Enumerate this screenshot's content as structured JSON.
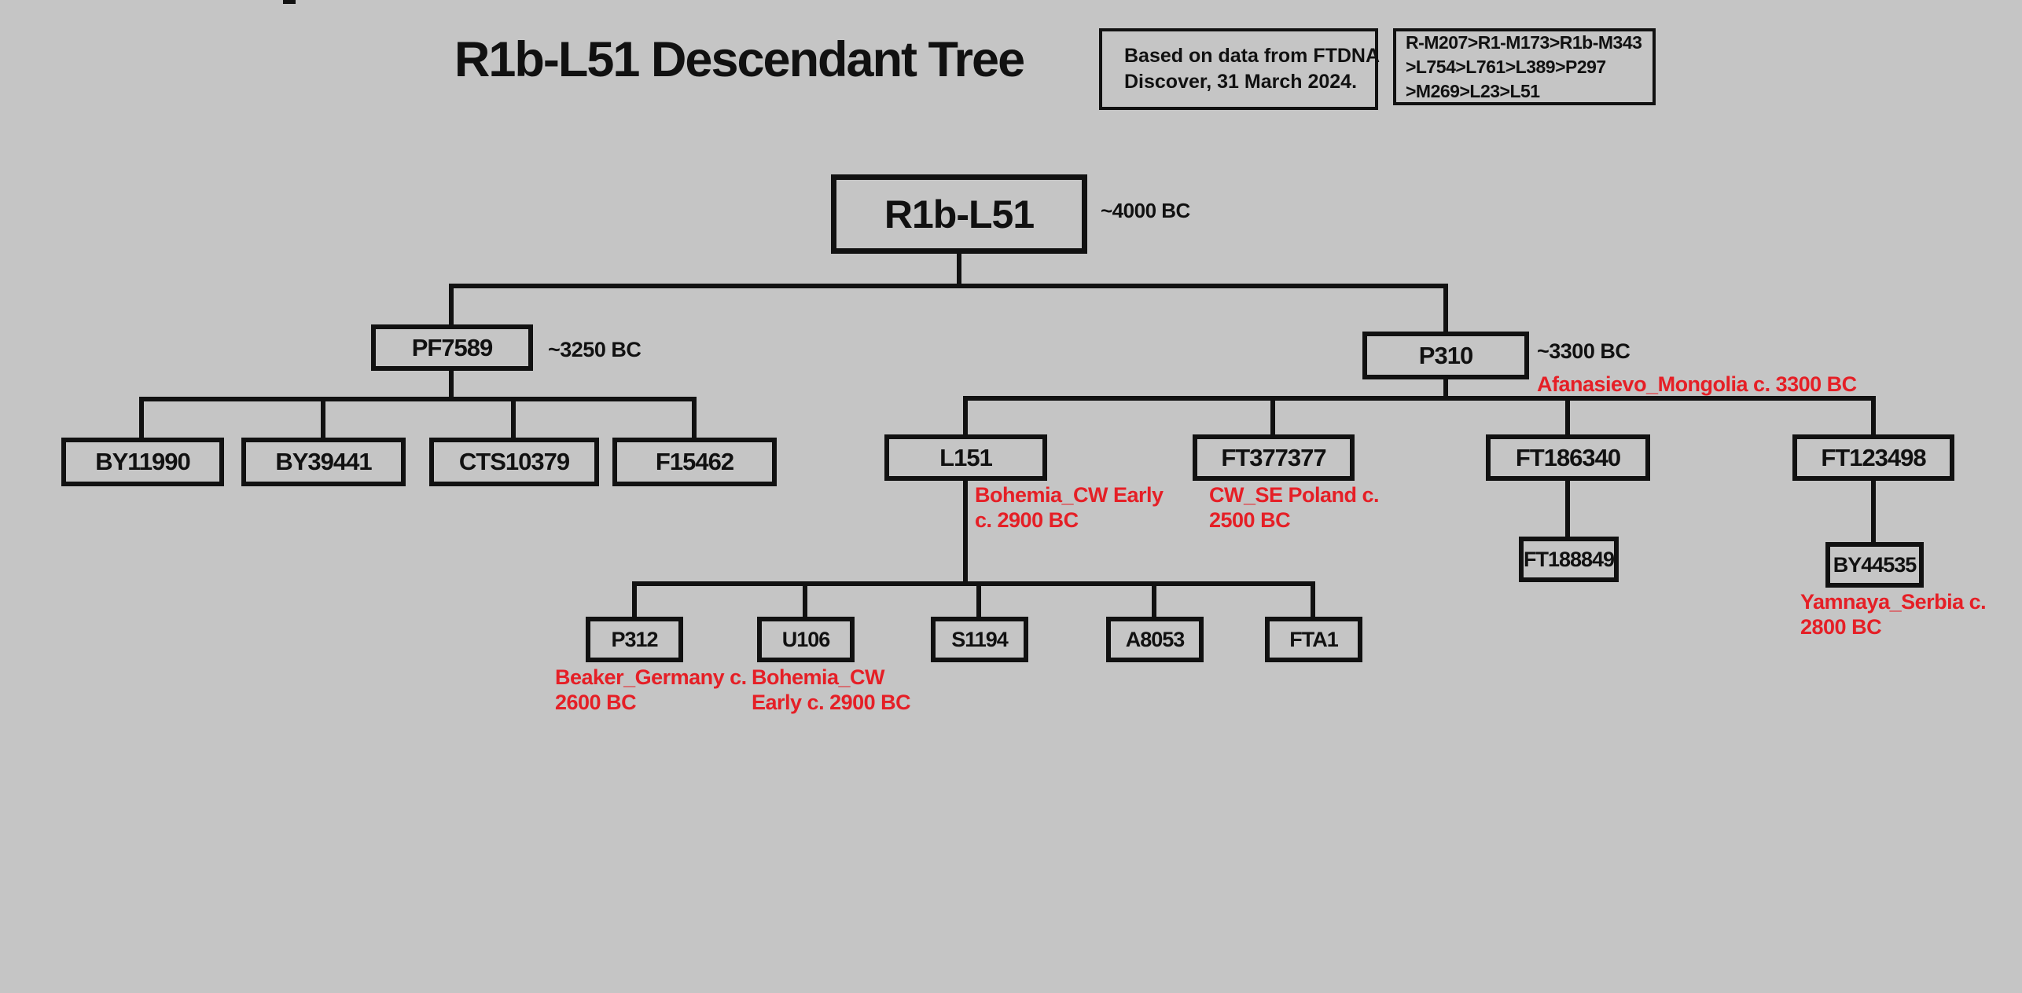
{
  "page": {
    "title": "R1b-L51 Descendant Tree"
  },
  "info_boxes": {
    "source": {
      "line1": "Based on data from FTDNA",
      "line2": "Discover, 31 March 2024."
    },
    "lineage": {
      "line1": "R-M207>R1-M173>R1b-M343",
      "line2": ">L754>L761>L389>P297",
      "line3": ">M269>L23>L51"
    }
  },
  "colors": {
    "background": "#c5c5c5",
    "line_black": "#111111",
    "annotation_red": "#e51f26"
  },
  "nodes": {
    "root": {
      "label": "R1b-L51",
      "date": "~4000 BC"
    },
    "pf7589": {
      "label": "PF7589",
      "date": "~3250 BC"
    },
    "p310": {
      "label": "P310",
      "date": "~3300 BC",
      "annotation": "Afanasievo_Mongolia c. 3300 BC"
    },
    "by11990": {
      "label": "BY11990"
    },
    "by39441": {
      "label": "BY39441"
    },
    "cts10379": {
      "label": "CTS10379"
    },
    "f15462": {
      "label": "F15462"
    },
    "l151": {
      "label": "L151",
      "annotation_line1": "Bohemia_CW Early",
      "annotation_line2": "c. 2900 BC"
    },
    "ft377377": {
      "label": "FT377377",
      "annotation_line1": "CW_SE Poland c.",
      "annotation_line2": "2500 BC"
    },
    "ft186340": {
      "label": "FT186340"
    },
    "ft123498": {
      "label": "FT123498"
    },
    "ft188849": {
      "label": "FT188849"
    },
    "by44535": {
      "label": "BY44535",
      "annotation_line1": "Yamnaya_Serbia c.",
      "annotation_line2": "2800 BC"
    },
    "p312": {
      "label": "P312",
      "annotation_line1": "Beaker_Germany c.",
      "annotation_line2": "2600 BC"
    },
    "u106": {
      "label": "U106",
      "annotation_line1": "Bohemia_CW",
      "annotation_line2": "Early c. 2900 BC"
    },
    "s1194": {
      "label": "S1194"
    },
    "a8053": {
      "label": "A8053"
    },
    "fta1": {
      "label": "FTA1"
    }
  }
}
